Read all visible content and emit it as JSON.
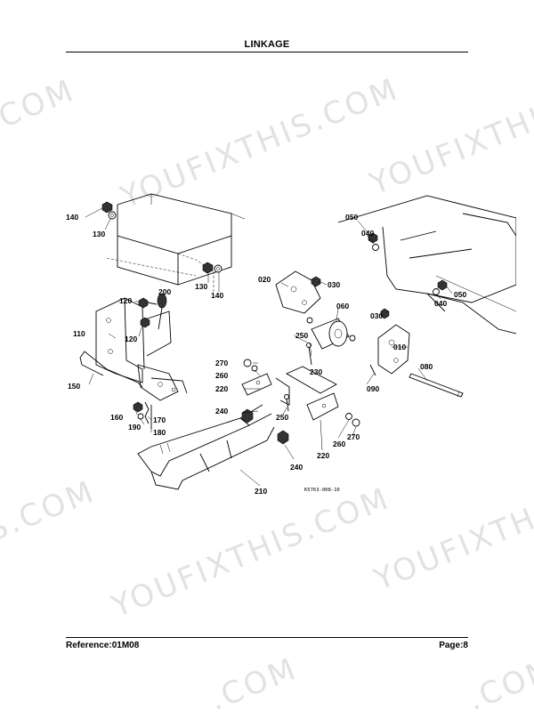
{
  "page": {
    "title": "LINKAGE",
    "reference": "Reference:01M08",
    "page_label": "Page:8"
  },
  "watermark": {
    "text_full": "YOUFIXTHIS.COM",
    "text_a": "YOUFIXTHIS",
    "text_b": "S.COM",
    "text_c": ".COM"
  },
  "diagram": {
    "figure_code": "K5763-008-10",
    "labels": {
      "l140a": "140",
      "l130a": "130",
      "l130b": "130",
      "l140b": "140",
      "l200": "200",
      "l120a": "120",
      "l120b": "120",
      "l110": "110",
      "l150": "150",
      "l160": "160",
      "l170": "170",
      "l190": "190",
      "l180": "180",
      "l210": "210",
      "l020": "020",
      "l030a": "030",
      "l060": "060",
      "l030b": "030",
      "l250a": "250",
      "l230": "230",
      "l270a": "270",
      "l260a": "260",
      "l220a": "220",
      "l240a": "240",
      "l250b": "250",
      "l220b": "220",
      "l260b": "260",
      "l270b": "270",
      "l240b": "240",
      "l010": "010",
      "l080": "080",
      "l090": "090",
      "l050a": "050",
      "l040a": "040",
      "l050b": "050",
      "l040b": "040"
    }
  }
}
